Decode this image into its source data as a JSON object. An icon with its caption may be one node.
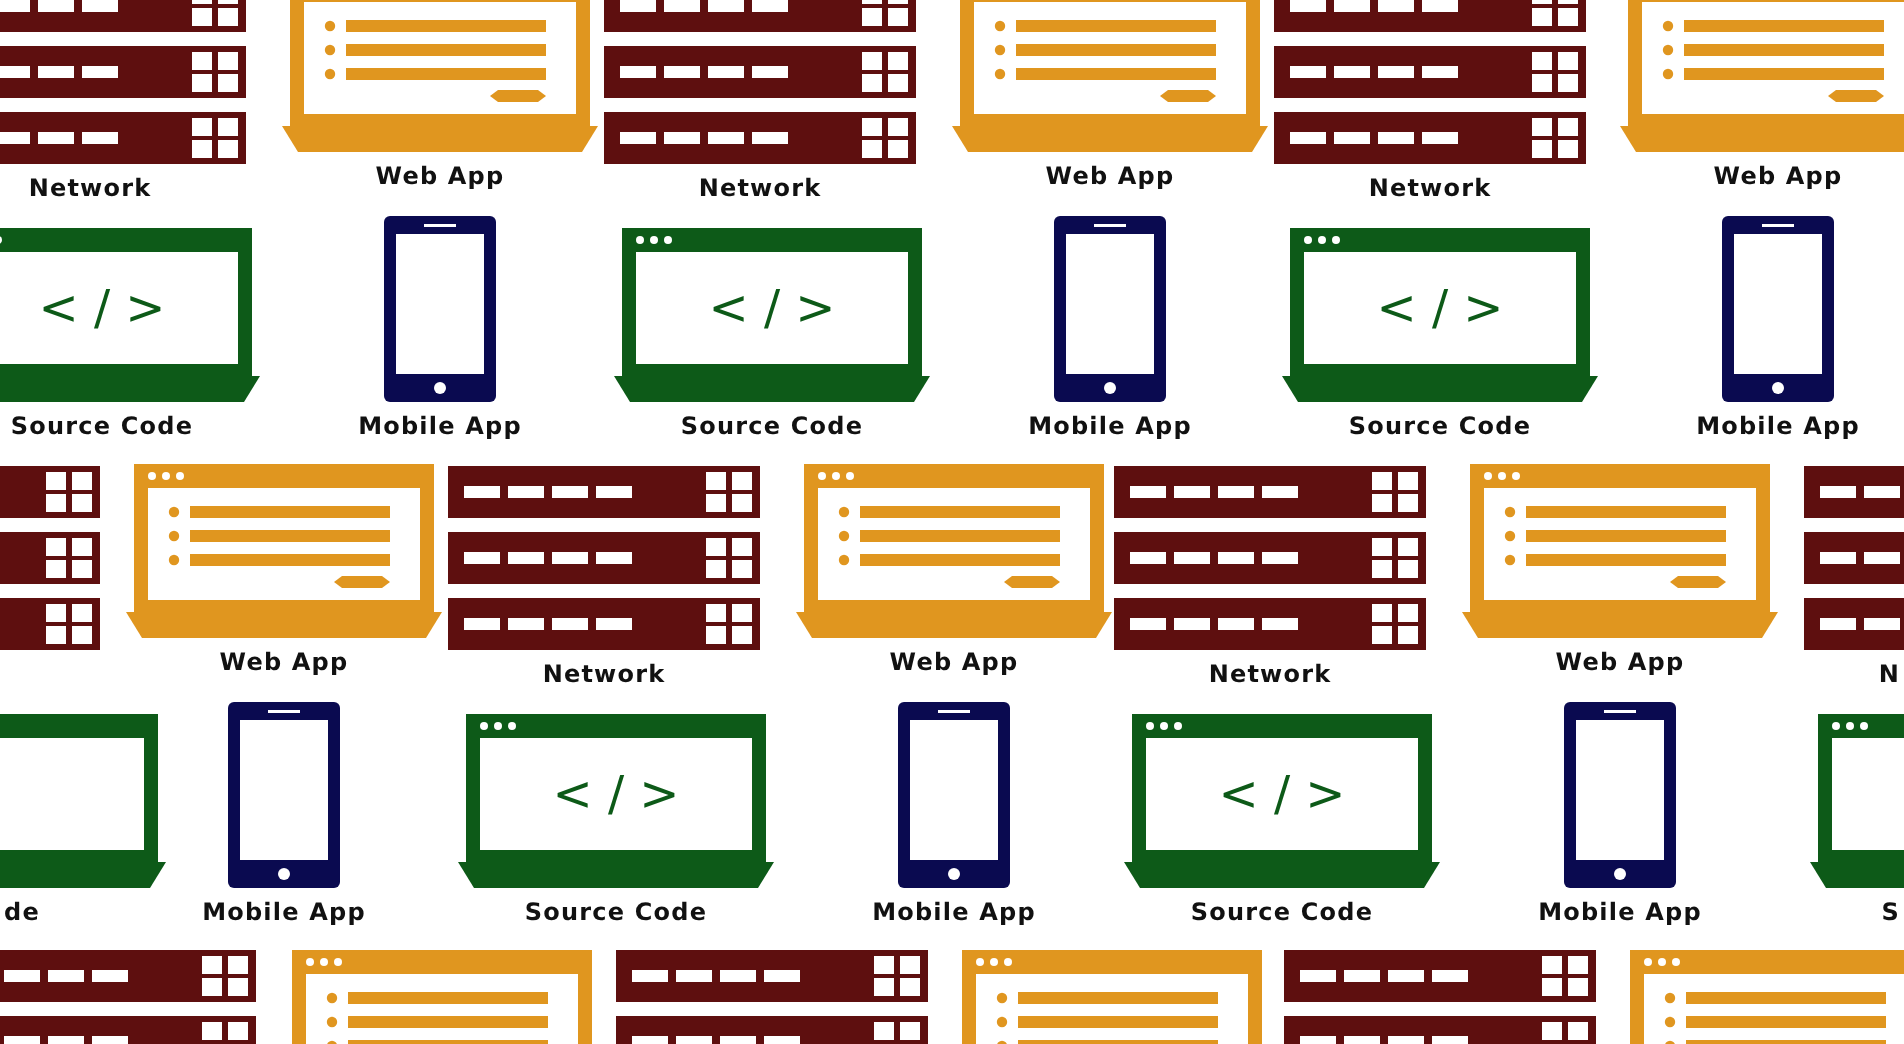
{
  "diagram": {
    "nodes": [
      {
        "text": [
          "Network"
        ]
      },
      {
        "text": [
          "Web App"
        ]
      },
      {
        "text": [
          "Network"
        ]
      },
      {
        "text": [
          "Web App"
        ]
      },
      {
        "text": [
          "Network"
        ]
      },
      {
        "text": [
          "Web App"
        ]
      },
      {
        "text": [
          "< / >",
          "Source Code"
        ]
      },
      {
        "text": [
          "Mobile App"
        ]
      },
      {
        "text": [
          "< / >",
          "Source Code"
        ]
      },
      {
        "text": [
          "Mobile App"
        ]
      },
      {
        "text": [
          "< / >",
          "Source Code"
        ]
      },
      {
        "text": [
          "Mobile App"
        ]
      },
      {
        "text": [],
        "shape": "picture"
      },
      {
        "text": [
          "Web App"
        ]
      },
      {
        "text": [
          "Network"
        ]
      },
      {
        "text": [
          "Web App"
        ]
      },
      {
        "text": [
          "Network"
        ]
      },
      {
        "text": [
          "Web App"
        ]
      },
      {
        "text": [
          "N"
        ]
      },
      {
        "text": [
          "de"
        ]
      },
      {
        "text": [
          "Mobile App"
        ]
      },
      {
        "text": [
          "< / >",
          "Source Code"
        ]
      },
      {
        "text": [
          "Mobile App"
        ]
      },
      {
        "text": [
          "< / >",
          "Source Code"
        ]
      },
      {
        "text": [
          "Mobile App"
        ]
      },
      {
        "text": [
          "S"
        ]
      },
      {
        "text": [],
        "shape": "picture"
      },
      {
        "text": [],
        "shape": "picture"
      },
      {
        "text": [],
        "shape": "picture"
      },
      {
        "text": [],
        "shape": "picture"
      },
      {
        "text": [],
        "shape": "picture"
      },
      {
        "text": [],
        "shape": "picture"
      }
    ]
  }
}
